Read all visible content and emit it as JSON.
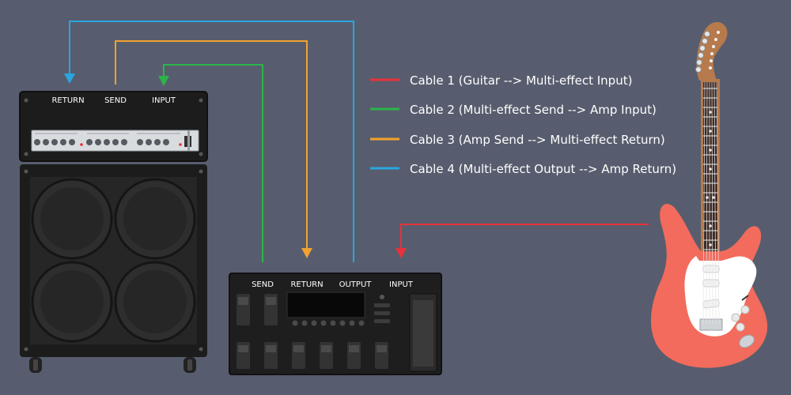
{
  "amp_head": {
    "jacks": {
      "return": "RETURN",
      "send": "SEND",
      "input": "INPUT"
    }
  },
  "pedal": {
    "jacks": {
      "send": "SEND",
      "return": "RETURN",
      "output": "OUTPUT",
      "input": "INPUT"
    }
  },
  "legend": [
    {
      "label": "Cable 1 (Guitar --> Multi-effect Input)",
      "color": "#e8313a"
    },
    {
      "label": "Cable 2  (Multi-effect Send --> Amp Input)",
      "color": "#2db34a"
    },
    {
      "label": "Cable 3 (Amp Send --> Multi-effect Return)",
      "color": "#f2a12e"
    },
    {
      "label": "Cable 4 (Multi-effect Output --> Amp Return)",
      "color": "#2aa6e0"
    }
  ],
  "colors": {
    "background": "#575d6e",
    "guitar_body": "#f36b5c",
    "guitar_neck": "#b77a4c",
    "fretboard": "#3d2a24",
    "cable_1": "#e8313a",
    "cable_2": "#2db34a",
    "cable_3": "#f2a12e",
    "cable_4": "#2aa6e0"
  },
  "icons": [
    "amplifier-head",
    "speaker-cabinet",
    "multi-effect-pedal",
    "electric-guitar"
  ]
}
